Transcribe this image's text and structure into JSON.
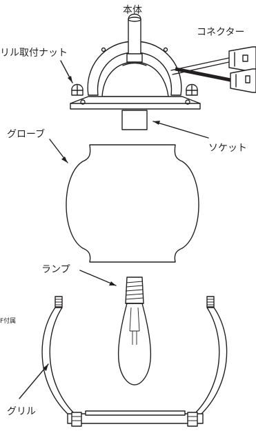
{
  "labels": {
    "body": "本体",
    "connector": "コネクター",
    "grill_nut": "リル取付ナット",
    "globe": "グローブ",
    "socket": "ソケット",
    "lamp": "ランプ",
    "attached": "F付属",
    "grill": "グリル"
  },
  "colors": {
    "line": "#231f20",
    "background": "#ffffff"
  }
}
